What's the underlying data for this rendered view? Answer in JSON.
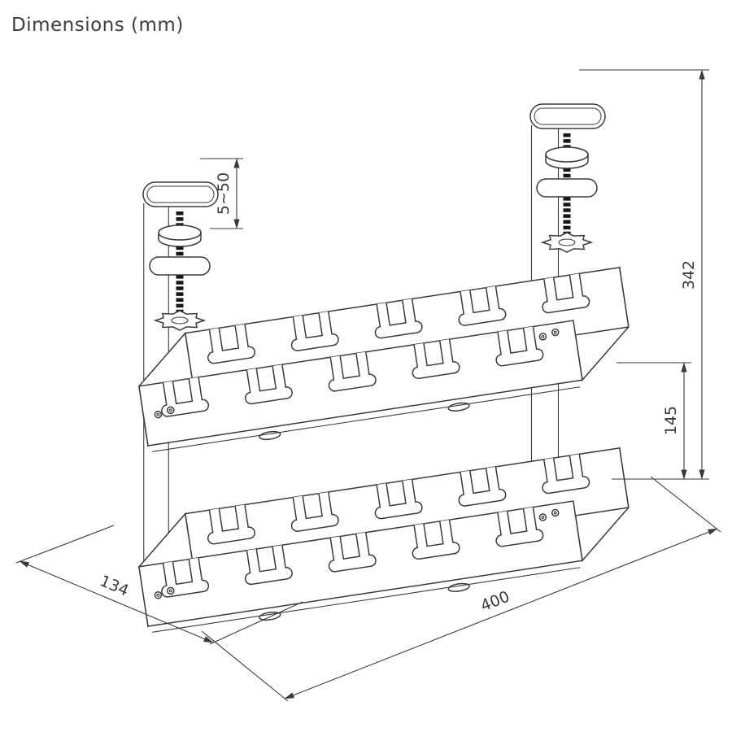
{
  "title": "Dimensions (mm)",
  "dimensions": {
    "clamp_opening": "5~50",
    "total_height": "342",
    "tier_gap": "145",
    "tray_length": "400",
    "tray_depth": "134"
  },
  "colors": {
    "line": "#3a3a3a",
    "rod": "#161616",
    "background": "#ffffff"
  }
}
